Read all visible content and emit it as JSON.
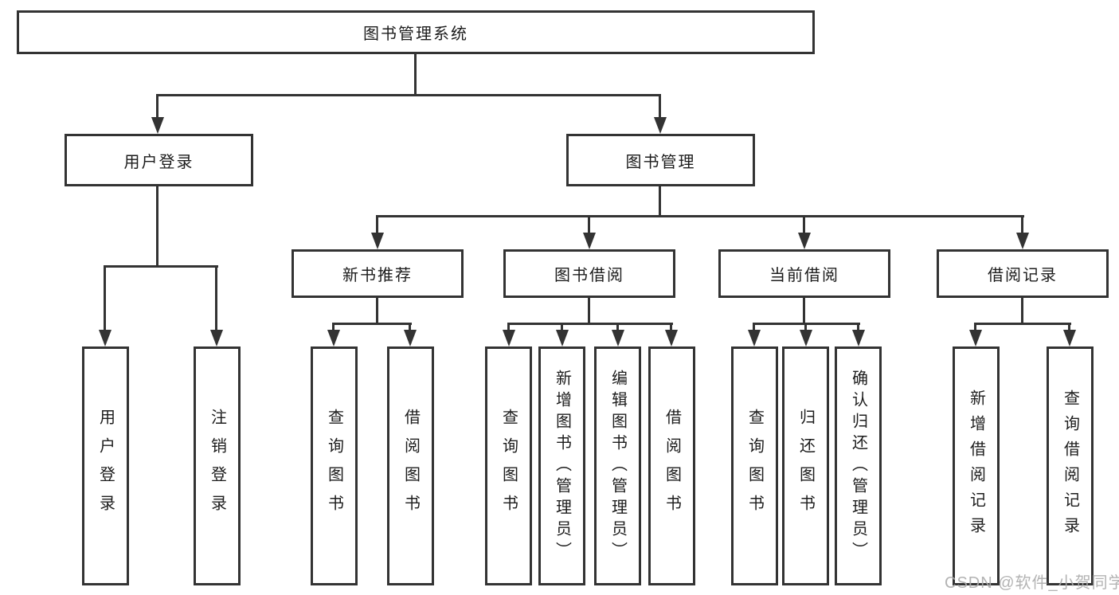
{
  "nodes": {
    "root": "图书管理系统",
    "user_login": "用户登录",
    "book_management": "图书管理",
    "new_book_recommend": "新书推荐",
    "book_borrow": "图书借阅",
    "current_borrow": "当前借阅",
    "borrow_record": "借阅记录"
  },
  "leaves": [
    {
      "label": "用户登录"
    },
    {
      "label": "注销登录"
    },
    {
      "label": "查询图书"
    },
    {
      "label": "借阅图书"
    },
    {
      "label": "查询图书"
    },
    {
      "label": "新增图书（管理员）"
    },
    {
      "label": "编辑图书（管理员）"
    },
    {
      "label": "借阅图书"
    },
    {
      "label": "查询图书"
    },
    {
      "label": "归还图书"
    },
    {
      "label": "确认归还（管理员）"
    },
    {
      "label": "新增借阅记录"
    },
    {
      "label": "查询借阅记录"
    }
  ],
  "watermark": "CSDN @软件_小贺同学",
  "colors": {
    "line": "#333333",
    "text": "#1c1c1c",
    "background": "#ffffff",
    "watermark": "#acacac"
  }
}
